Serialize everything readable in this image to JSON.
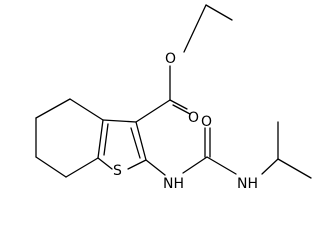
{
  "molecule": {
    "atoms": {
      "O_ester_single": "O",
      "O_carbonyl_ester": "O",
      "O_urea": "O",
      "S_ring": "S",
      "NH_left": "NH",
      "NH_right": "NH"
    }
  }
}
